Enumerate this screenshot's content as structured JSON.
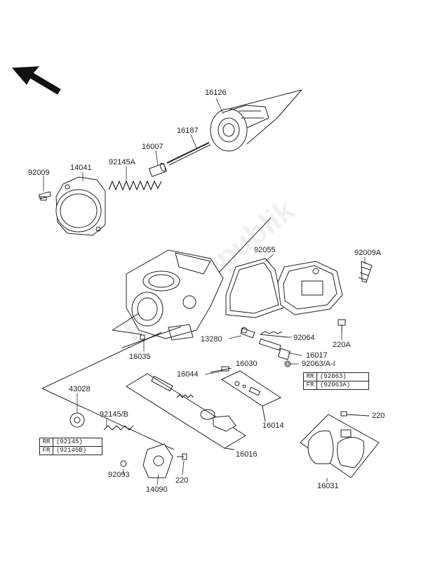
{
  "watermark": "PartsRepublik",
  "labels": {
    "p16126": "16126",
    "p16187": "16187",
    "p16007": "16007",
    "p92145A": "92145A",
    "p14041": "14041",
    "p92009": "92009",
    "p92055": "92055",
    "p92009A": "92009A",
    "p13280": "13280",
    "p92064": "92064",
    "p16017": "16017",
    "p220A": "220A",
    "p16035": "16035",
    "p16030": "16030",
    "p16044": "16044",
    "p92063AI": "92063/A-I",
    "p43028": "43028",
    "p92145B": "92145/B",
    "p16014": "16014",
    "p16016": "16016",
    "p220_right": "220",
    "p92093": "92093",
    "p14090": "14090",
    "p220_bottom": "220",
    "p16031": "16031"
  },
  "table_right": [
    {
      "code": "RR",
      "part": "(92063)"
    },
    {
      "code": "FR",
      "part": "(92063A)"
    }
  ],
  "table_left": [
    {
      "code": "RR",
      "part": "(92145)"
    },
    {
      "code": "FR",
      "part": "(92145B)"
    }
  ]
}
